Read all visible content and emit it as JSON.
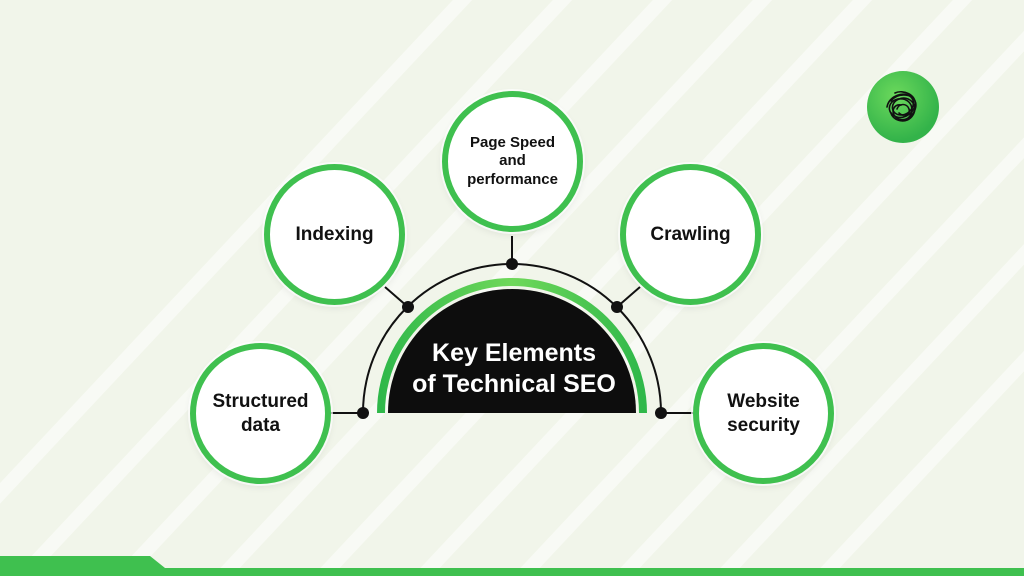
{
  "diagram": {
    "center_title": "Key Elements\nof Technical SEO",
    "elements": [
      {
        "label": "Structured\ndata"
      },
      {
        "label": "Indexing"
      },
      {
        "label": "Page Speed\nand\nperformance"
      },
      {
        "label": "Crawling"
      },
      {
        "label": "Website\nsecurity"
      }
    ]
  },
  "colors": {
    "accent_green": "#3fc04f",
    "center_fill": "#0d0d0d",
    "background": "#f1f5ea",
    "connector": "#111111"
  },
  "icons": [
    "scribble-logo-icon"
  ]
}
